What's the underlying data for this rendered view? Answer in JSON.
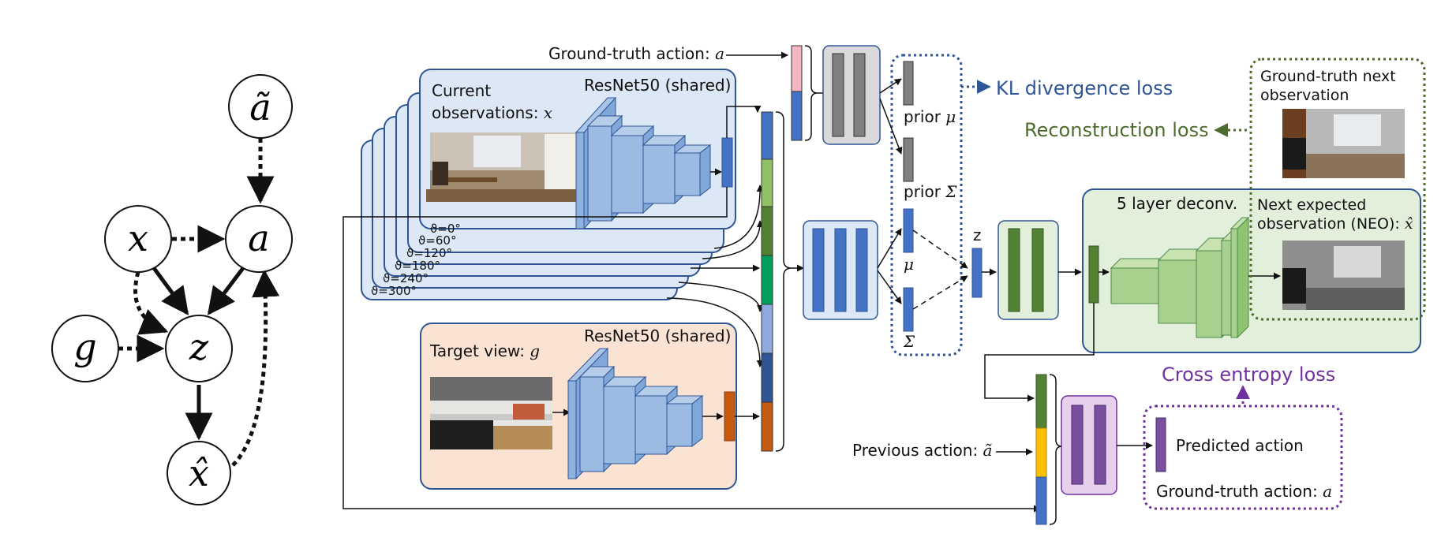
{
  "graph": {
    "nodes": {
      "a_tilde": "ã",
      "x": "x",
      "a": "a",
      "g": "g",
      "z": "z",
      "x_hat": "x̂"
    }
  },
  "network": {
    "current_obs_line1": "Current",
    "current_obs_line2": "observations: ",
    "current_obs_var": "x",
    "resnet_label": "ResNet50 (shared)",
    "angles": [
      "ϑ=0°",
      "ϑ=60°",
      "ϑ=120°",
      "ϑ=180°",
      "ϑ=240°",
      "ϑ=300°"
    ],
    "target_view": "Target view: ",
    "target_var": "g",
    "gt_action_top": "Ground-truth action: ",
    "gt_action_var": "a",
    "prior_mu": "prior ",
    "mu_sym": "μ",
    "prior_sigma": "prior ",
    "sigma_sym": "Σ",
    "mu": "μ",
    "sigma": "Σ",
    "z_label": "z",
    "kl_loss": "KL divergence loss",
    "recon_loss": "Reconstruction loss",
    "gt_next_obs_line1": "Ground-truth next",
    "gt_next_obs_line2": "observation",
    "deconv_label": "5 layer deconv.",
    "neo_line1": "Next expected",
    "neo_line2": "observation (NEO): ",
    "neo_var": "x̂",
    "prev_action": "Previous action: ",
    "prev_action_var": "ã",
    "ce_loss": "Cross entropy loss",
    "predicted_action": "Predicted action",
    "gt_action_bottom": "Ground-truth action: ",
    "gt_action_bottom_var": "a"
  },
  "colors": {
    "obs_panel": "#dce8f5",
    "obs_border": "#2f5597",
    "target_panel": "#fbe3d4",
    "blue_bar": "#4472c4",
    "green_dark": "#548235",
    "green_panel": "#e2efda",
    "purple": "#7030a0",
    "kl_blue": "#2f5597",
    "recon_green": "#4d6b2e",
    "orange": "#c55a11",
    "yellow": "#ffc000",
    "pink": "#f4b6c2",
    "gray": "#808080"
  }
}
